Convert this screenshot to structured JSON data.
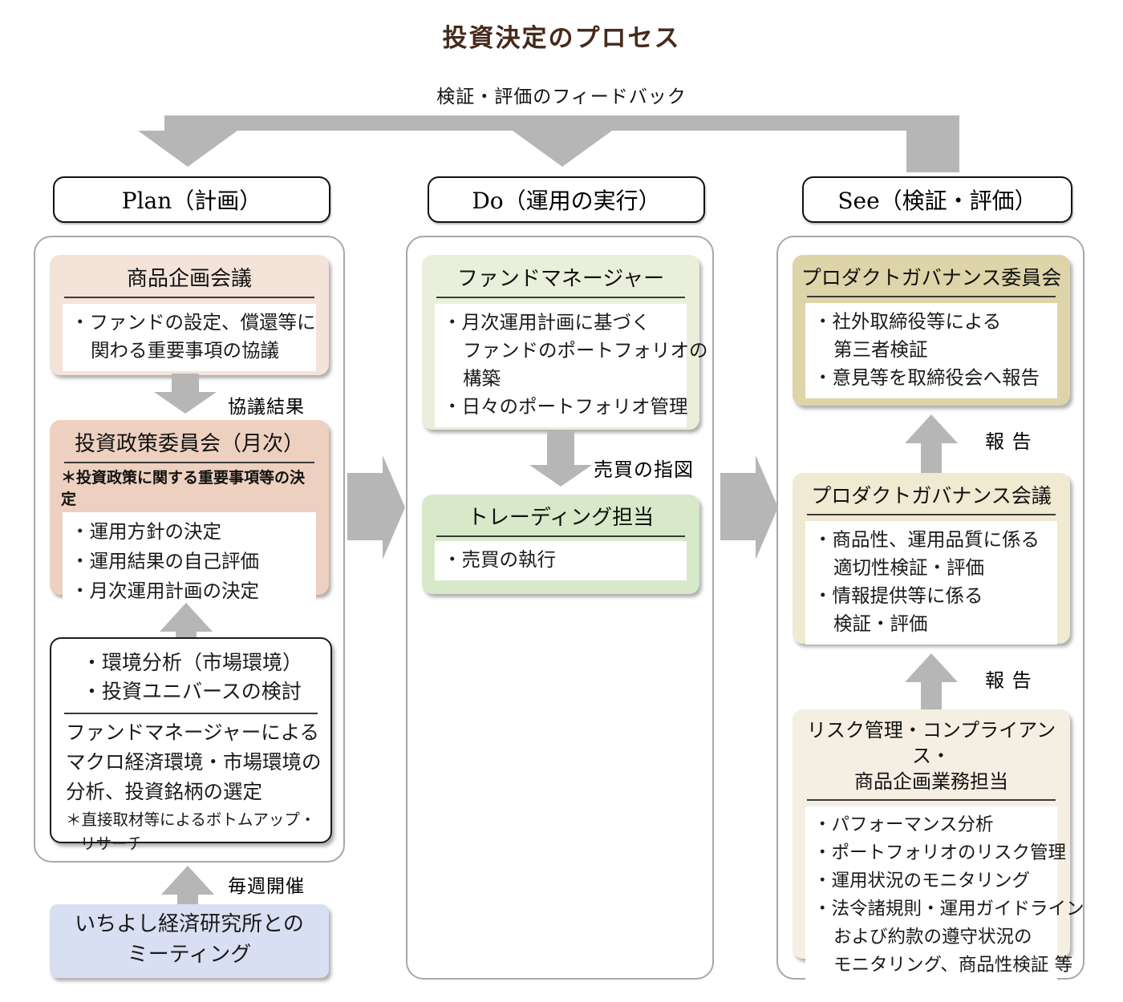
{
  "title": "投資決定のプロセス",
  "feedback_label": "検証・評価のフィードバック",
  "colors": {
    "arrow_gray": "#b6b6b6",
    "plan_box1_bg": "#f3e3d9",
    "plan_box2_bg": "#edd0bf",
    "meeting_bg": "#d9dff2",
    "do_box1_bg": "#e9efda",
    "do_box2_bg": "#d7e9c9",
    "see_box1_bg": "#ded4a9",
    "see_box2_bg": "#f0ead2",
    "see_box3_bg": "#f4efe2",
    "title_color": "#452a1c"
  },
  "plan": {
    "header": "Plan（計画）",
    "product_planning": {
      "title": "商品企画会議",
      "lines": [
        "・ファンドの設定、償還等に",
        "関わる重要事項の協議"
      ]
    },
    "arrow1_label": "協議結果",
    "policy_committee": {
      "title": "投資政策委員会（月次）",
      "note": "＊投資政策に関する重要事項等の決定",
      "lines": [
        "・運用方針の決定",
        "・運用結果の自己評価",
        "・月次運用計画の決定"
      ]
    },
    "analysis": {
      "top_lines": [
        "・環境分析（市場環境）",
        "・投資ユニバースの検討"
      ],
      "para_lines": [
        "ファンドマネージャーによる",
        "マクロ経済環境・市場環境の",
        "分析、投資銘柄の選定"
      ],
      "note_lines": [
        "＊直接取材等によるボトムアップ・",
        "リサーチ"
      ]
    },
    "arrow2_label": "毎週開催",
    "meeting": {
      "lines": [
        "いちよし経済研究所との",
        "ミーティング"
      ]
    }
  },
  "do": {
    "header": "Do（運用の実行）",
    "fund_manager": {
      "title": "ファンドマネージャー",
      "lines": [
        "・月次運用計画に基づく",
        "ファンドのポートフォリオの",
        "構築",
        "・日々のポートフォリオ管理"
      ]
    },
    "arrow_label": "売買の指図",
    "trading": {
      "title": "トレーディング担当",
      "lines": [
        "・売買の執行"
      ]
    }
  },
  "see": {
    "header": "See（検証・評価）",
    "governance_committee": {
      "title": "プロダクトガバナンス委員会",
      "lines": [
        "・社外取締役等による",
        "第三者検証",
        "・意見等を取締役会へ報告"
      ]
    },
    "report_label_1": "報 告",
    "governance_meeting": {
      "title": "プロダクトガバナンス会議",
      "lines": [
        "・商品性、運用品質に係る",
        "適切性検証・評価",
        "・情報提供等に係る",
        "検証・評価"
      ]
    },
    "report_label_2": "報 告",
    "risk": {
      "title_lines": [
        "リスク管理・コンプライアンス・",
        "商品企画業務担当"
      ],
      "lines": [
        "・パフォーマンス分析",
        "・ポートフォリオのリスク管理",
        "・運用状況のモニタリング",
        "・法令諸規則・運用ガイドライン",
        "および約款の遵守状況の",
        "モニタリング、商品性検証 等"
      ]
    }
  }
}
